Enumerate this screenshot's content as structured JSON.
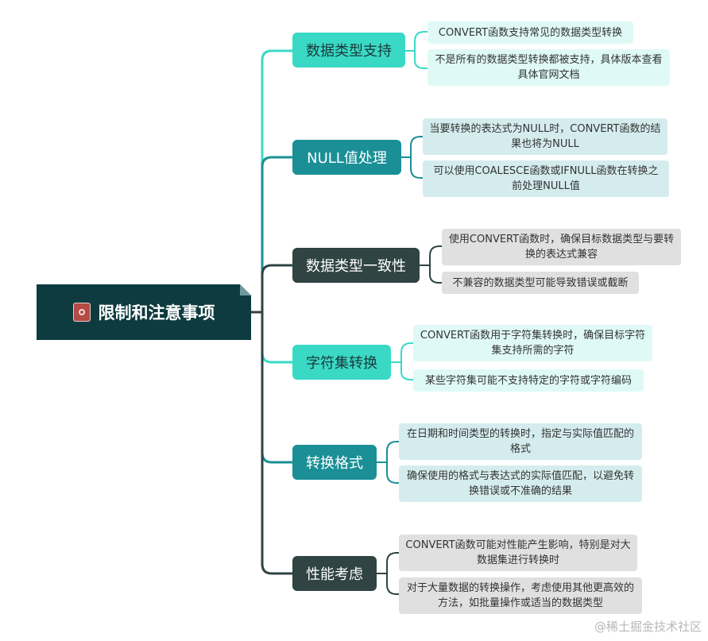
{
  "root": {
    "title": "限制和注意事项",
    "icon": "notebook-icon"
  },
  "branches": [
    {
      "label": "数据类型支持",
      "leaves": [
        "CONVERT函数支持常见的数据类型转换",
        "不是所有的数据类型转换都被支持，具体版本查看具体官网文档"
      ]
    },
    {
      "label": "NULL值处理",
      "leaves": [
        "当要转换的表达式为NULL时，CONVERT函数的结果也将为NULL",
        "可以使用COALESCE函数或IFNULL函数在转换之前处理NULL值"
      ]
    },
    {
      "label": "数据类型一致性",
      "leaves": [
        "使用CONVERT函数时，确保目标数据类型与要转换的表达式兼容",
        "不兼容的数据类型可能导致错误或截断"
      ]
    },
    {
      "label": "字符集转换",
      "leaves": [
        "CONVERT函数用于字符集转换时，确保目标字符集支持所需的字符",
        "某些字符集可能不支持特定的字符或字符编码"
      ]
    },
    {
      "label": "转换格式",
      "leaves": [
        "在日期和时间类型的转换时，指定与实际值匹配的格式",
        "确保使用的格式与表达式的实际值匹配，以避免转换错误或不准确的结果"
      ]
    },
    {
      "label": "性能考虑",
      "leaves": [
        "CONVERT函数可能对性能产生影响，特别是对大数据集进行转换时",
        "对于大量数据的转换操作，考虑使用其他更高效的方法，如批量操作或适当的数据类型"
      ]
    }
  ],
  "watermark": "@稀土掘金技术社区",
  "colors": {
    "root": "#0d3b3f",
    "cyan": "#3ad9c6",
    "teal": "#1a8f96",
    "dark": "#2f4443"
  }
}
